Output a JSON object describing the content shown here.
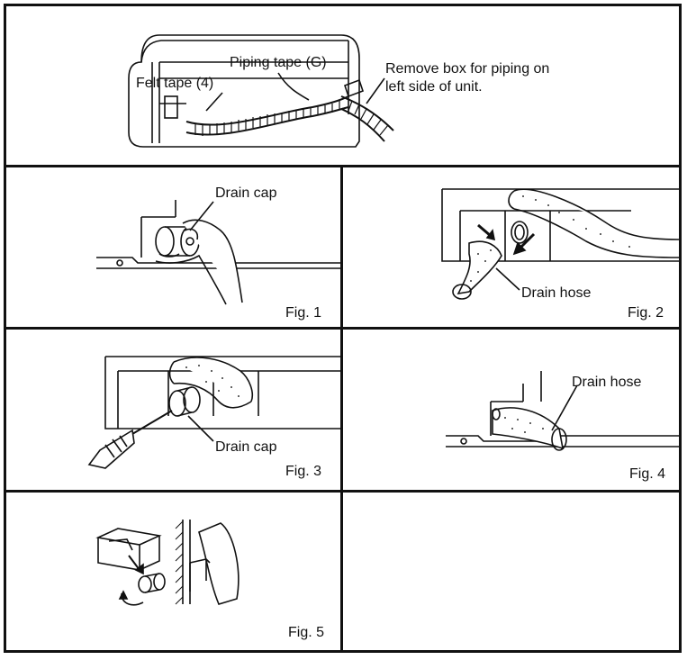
{
  "top_panel": {
    "label_piping_tape": "Piping tape (G)",
    "label_felt_tape": "Felt tape (4)",
    "label_remove_box_line1": "Remove box for piping on",
    "label_remove_box_line2": "left side of unit."
  },
  "figures": [
    {
      "caption": "Fig. 1",
      "label": "Drain cap"
    },
    {
      "caption": "Fig. 2",
      "label": "Drain hose"
    },
    {
      "caption": "Fig. 3",
      "label": "Drain cap"
    },
    {
      "caption": "Fig. 4",
      "label": "Drain hose"
    },
    {
      "caption": "Fig. 5"
    }
  ],
  "colors": {
    "line": "#111111",
    "background": "#ffffff"
  }
}
